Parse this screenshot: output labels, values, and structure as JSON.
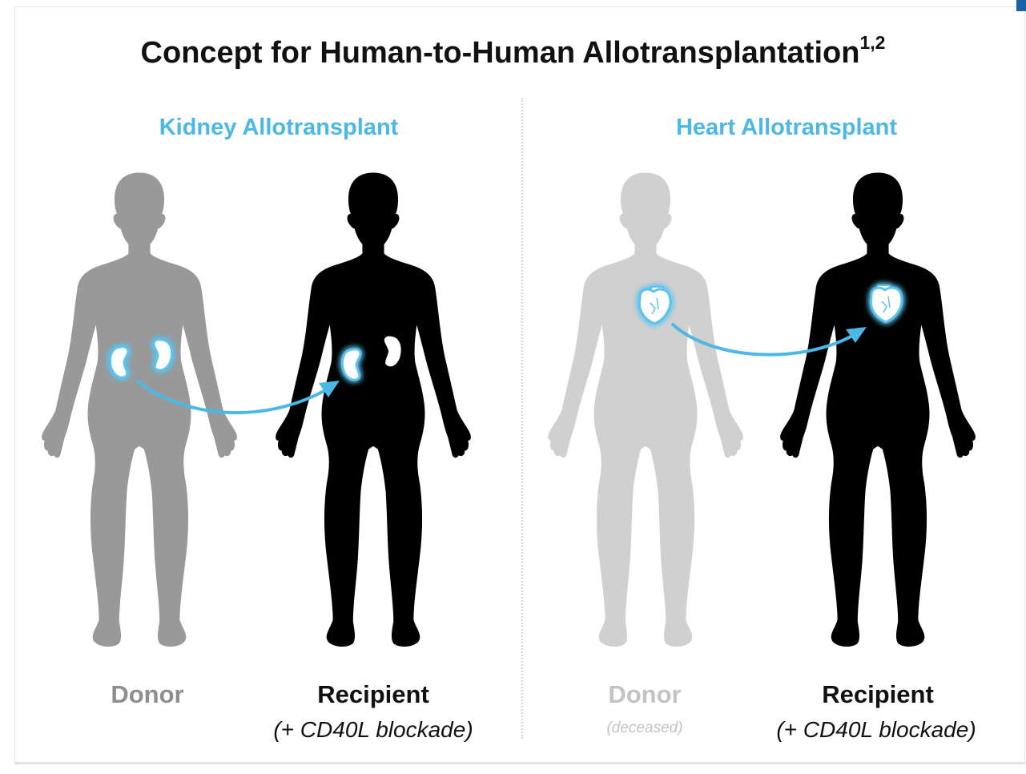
{
  "title": {
    "text": "Concept for Human-to-Human Allotransplantation",
    "superscript": "1,2"
  },
  "sections": [
    {
      "heading": "Kidney Allotransplant",
      "donor_label": "Donor",
      "donor_sub": "",
      "recipient_label": "Recipient",
      "recipient_sub": "(+ CD40L blockade)"
    },
    {
      "heading": "Heart Allotransplant",
      "donor_label": "Donor",
      "donor_sub": "(deceased)",
      "recipient_label": "Recipient",
      "recipient_sub": "(+ CD40L blockade)"
    }
  ],
  "colors": {
    "accent_blue": "#4cb8e6",
    "donor_kidney_gray": "#999999",
    "donor_heart_gray": "#d0d0d0",
    "recipient_black": "#000000",
    "organ_glow": "#5cc3ef"
  },
  "icons": {
    "kidney": "kidney-icon",
    "heart": "heart-icon",
    "arrow": "curved-arrow-icon",
    "body": "human-silhouette-icon"
  }
}
